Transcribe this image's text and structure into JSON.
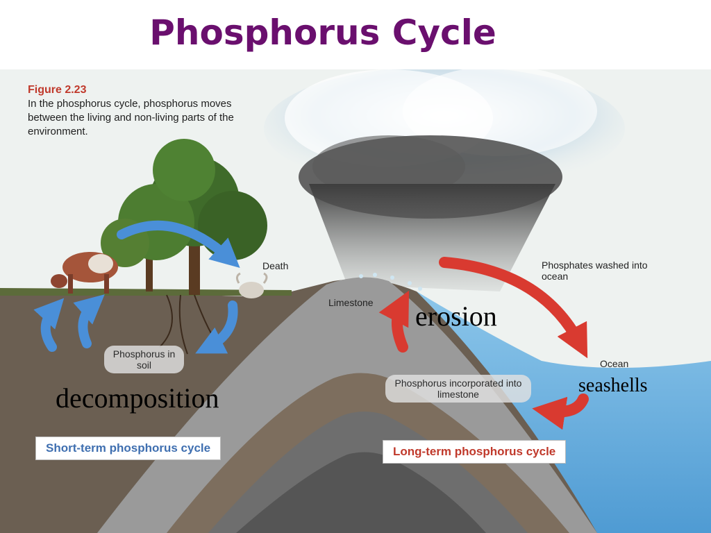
{
  "title": "Phosphorus Cycle",
  "figure": {
    "number": "Figure 2.23",
    "caption": "In the phosphorus cycle, phosphorus moves between the living and non-living parts of the environment."
  },
  "labels": {
    "death": "Death",
    "limestone": "Limestone",
    "phosphates_washed": "Phosphates washed into ocean",
    "ocean": "Ocean",
    "phosphorus_in_soil": "Phosphorus in soil",
    "phosphorus_incorporated": "Phosphorus incorporated into limestone"
  },
  "annotations": {
    "erosion": "erosion",
    "decomposition": "decomposition",
    "seashells": "seashells"
  },
  "banners": {
    "short_term": "Short-term phosphorus cycle",
    "long_term": "Long-term phosphorus cycle"
  },
  "colors": {
    "title": "#6a0f6e",
    "figure_number": "#c0392b",
    "short_cycle_arrow": "#4a8fd8",
    "long_cycle_arrow": "#d93a30",
    "short_banner_text": "#3f6fb0",
    "long_banner_text": "#c0392b",
    "ocean": "#5fa9dc",
    "sky": "#eef2f0"
  },
  "icons": [
    "tree-icon",
    "cow-icon",
    "skull-icon",
    "rain-cloud-icon"
  ]
}
